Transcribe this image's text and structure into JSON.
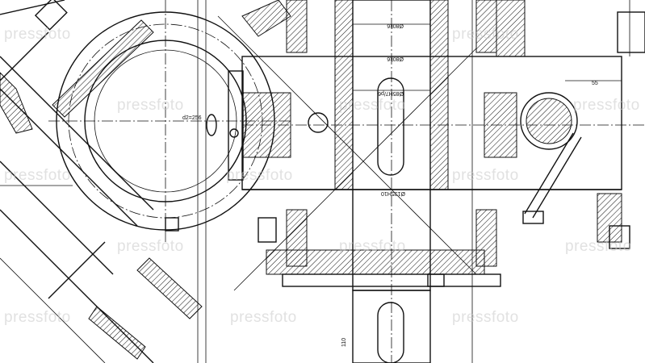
{
  "watermark": "pressfoto",
  "dimensions": {
    "shaft_top": "Ø80k6",
    "shaft_mid": "Ø80k6",
    "bore": "Ø85H7/p6",
    "base_bore": "Ø135H10",
    "pitch": "d2=256",
    "offset": "55",
    "length": "110"
  }
}
